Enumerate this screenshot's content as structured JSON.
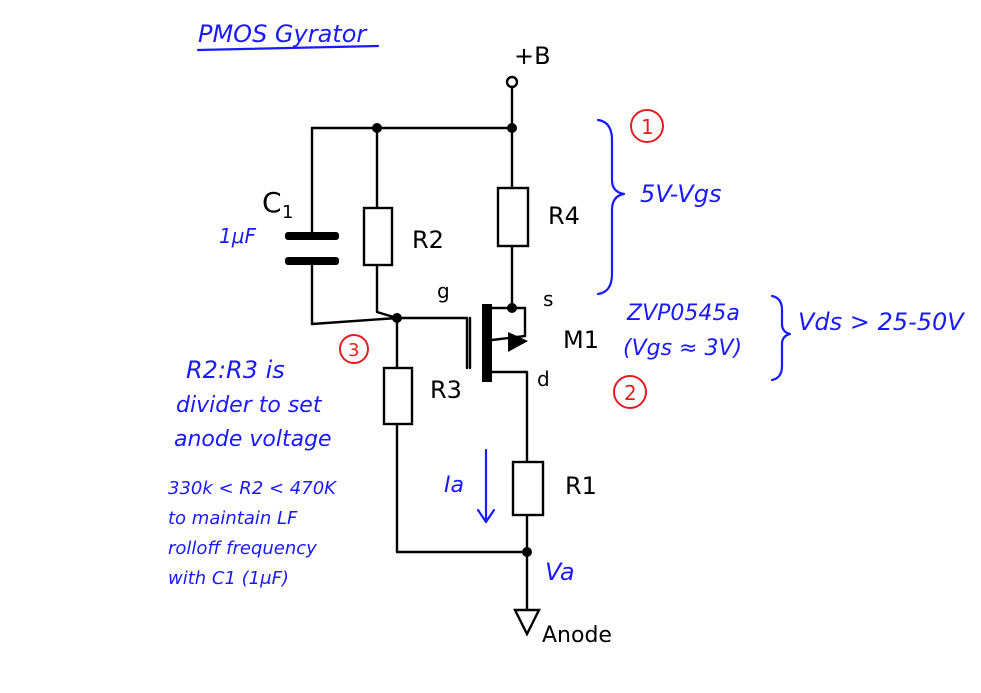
{
  "title": "PMOS Gyrator",
  "supply_label": "+B",
  "components": {
    "c1": {
      "name": "C",
      "subscript": "1",
      "value": "1μF"
    },
    "r1": "R1",
    "r2": "R2",
    "r3": "R3",
    "r4": "R4",
    "m1": "M1",
    "gate": "g",
    "source": "s",
    "drain": "d"
  },
  "annotations": {
    "note_1": "5V-Vgs",
    "part_number": "ZVP0545a",
    "vgs_note": "(Vgs ≈ 3V)",
    "vds_note": "Vds > 25-50V",
    "current": "Ia",
    "output_node": "Va",
    "anode": "Anode",
    "divider_note": [
      "R2:R3 is",
      "divider to set",
      "anode voltage"
    ],
    "range_note": [
      "330k < R2 < 470K",
      "to maintain LF",
      "rolloff frequency",
      "with C1 (1μF)"
    ]
  },
  "markers": [
    "1",
    "2",
    "3"
  ],
  "colors": {
    "ink": "#000000",
    "note_ink": "#1a1aff",
    "marker": "#e02020"
  }
}
